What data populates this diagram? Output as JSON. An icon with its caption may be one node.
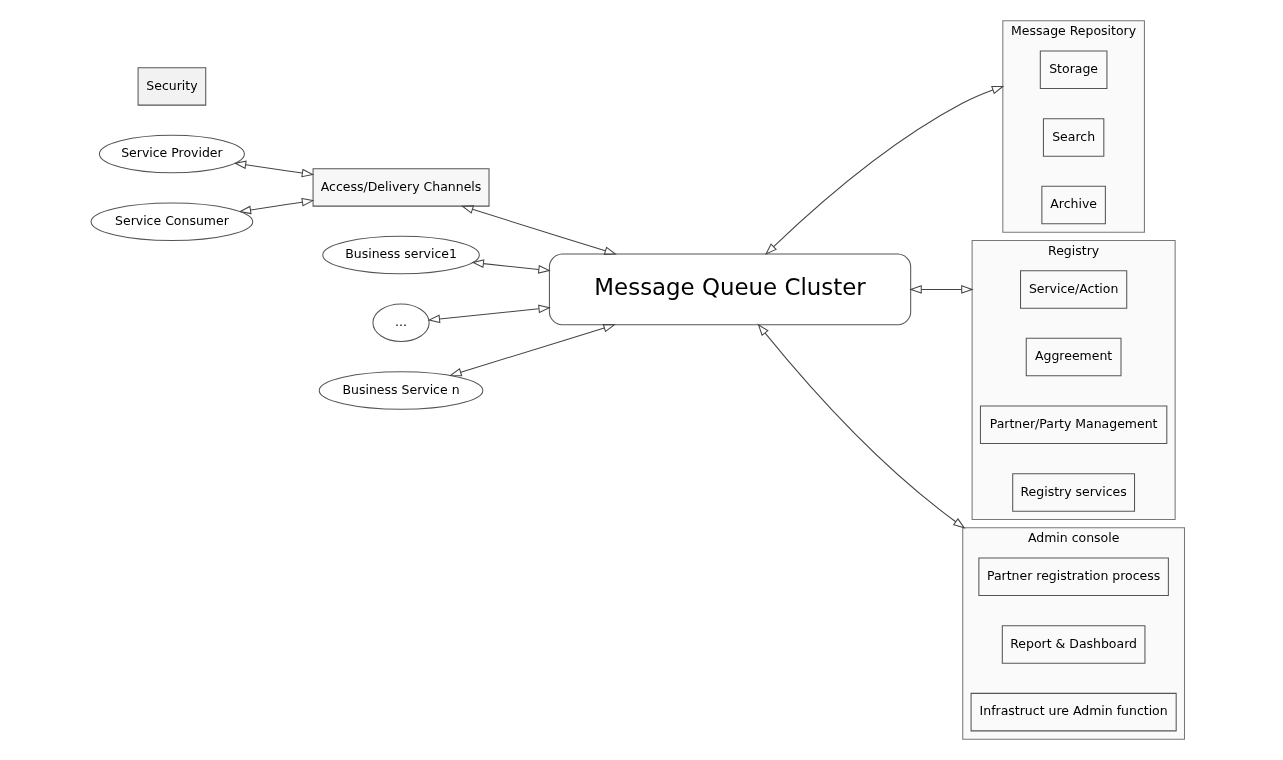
{
  "diagram": {
    "nodes": [
      {
        "text": [
          "Service Provider"
        ]
      },
      {
        "text": [
          "Service Consumer"
        ]
      },
      {
        "text": [
          "Access/Delivery Channels"
        ]
      },
      {
        "text": [
          "Security"
        ]
      },
      {
        "text": [
          "Business service1"
        ]
      },
      {
        "text": [
          "..."
        ]
      },
      {
        "text": [
          "Business Service n"
        ]
      },
      {
        "text": [
          "Message Queue Cluster"
        ]
      },
      {
        "text": [
          "Message Repository"
        ]
      },
      {
        "text": [
          "Storage"
        ],
        "in": 8
      },
      {
        "text": [
          "Search"
        ],
        "in": 8
      },
      {
        "text": [
          "Archive"
        ],
        "in": 8
      },
      {
        "text": [
          "Registry"
        ]
      },
      {
        "text": [
          "Service/Action"
        ],
        "in": 12
      },
      {
        "text": [
          "Aggreement"
        ],
        "in": 12
      },
      {
        "text": [
          "Partner/Party Management"
        ],
        "in": 12
      },
      {
        "text": [
          "Registry services"
        ],
        "in": 12
      },
      {
        "text": [
          "Admin console"
        ]
      },
      {
        "text": [
          "Partner registration process"
        ],
        "in": 17
      },
      {
        "text": [
          "Report & Dashboard"
        ],
        "in": 17
      },
      {
        "text": [
          "Infrastruct ure Admin function"
        ],
        "in": 17
      }
    ],
    "edges": [
      {
        "from": 0,
        "to": 2,
        "arrow": "both"
      },
      {
        "from": 1,
        "to": 2,
        "arrow": "both"
      },
      {
        "from": 2,
        "to": 7,
        "arrow": "both"
      },
      {
        "from": 4,
        "to": 7,
        "arrow": "both"
      },
      {
        "from": 5,
        "to": 7,
        "arrow": "both"
      },
      {
        "from": 6,
        "to": 7,
        "arrow": "both"
      },
      {
        "from": 7,
        "to": 17,
        "arrow": "both"
      },
      {
        "from": 7,
        "to": 8,
        "arrow": "both"
      },
      {
        "from": 7,
        "to": 12,
        "arrow": "both"
      }
    ]
  }
}
